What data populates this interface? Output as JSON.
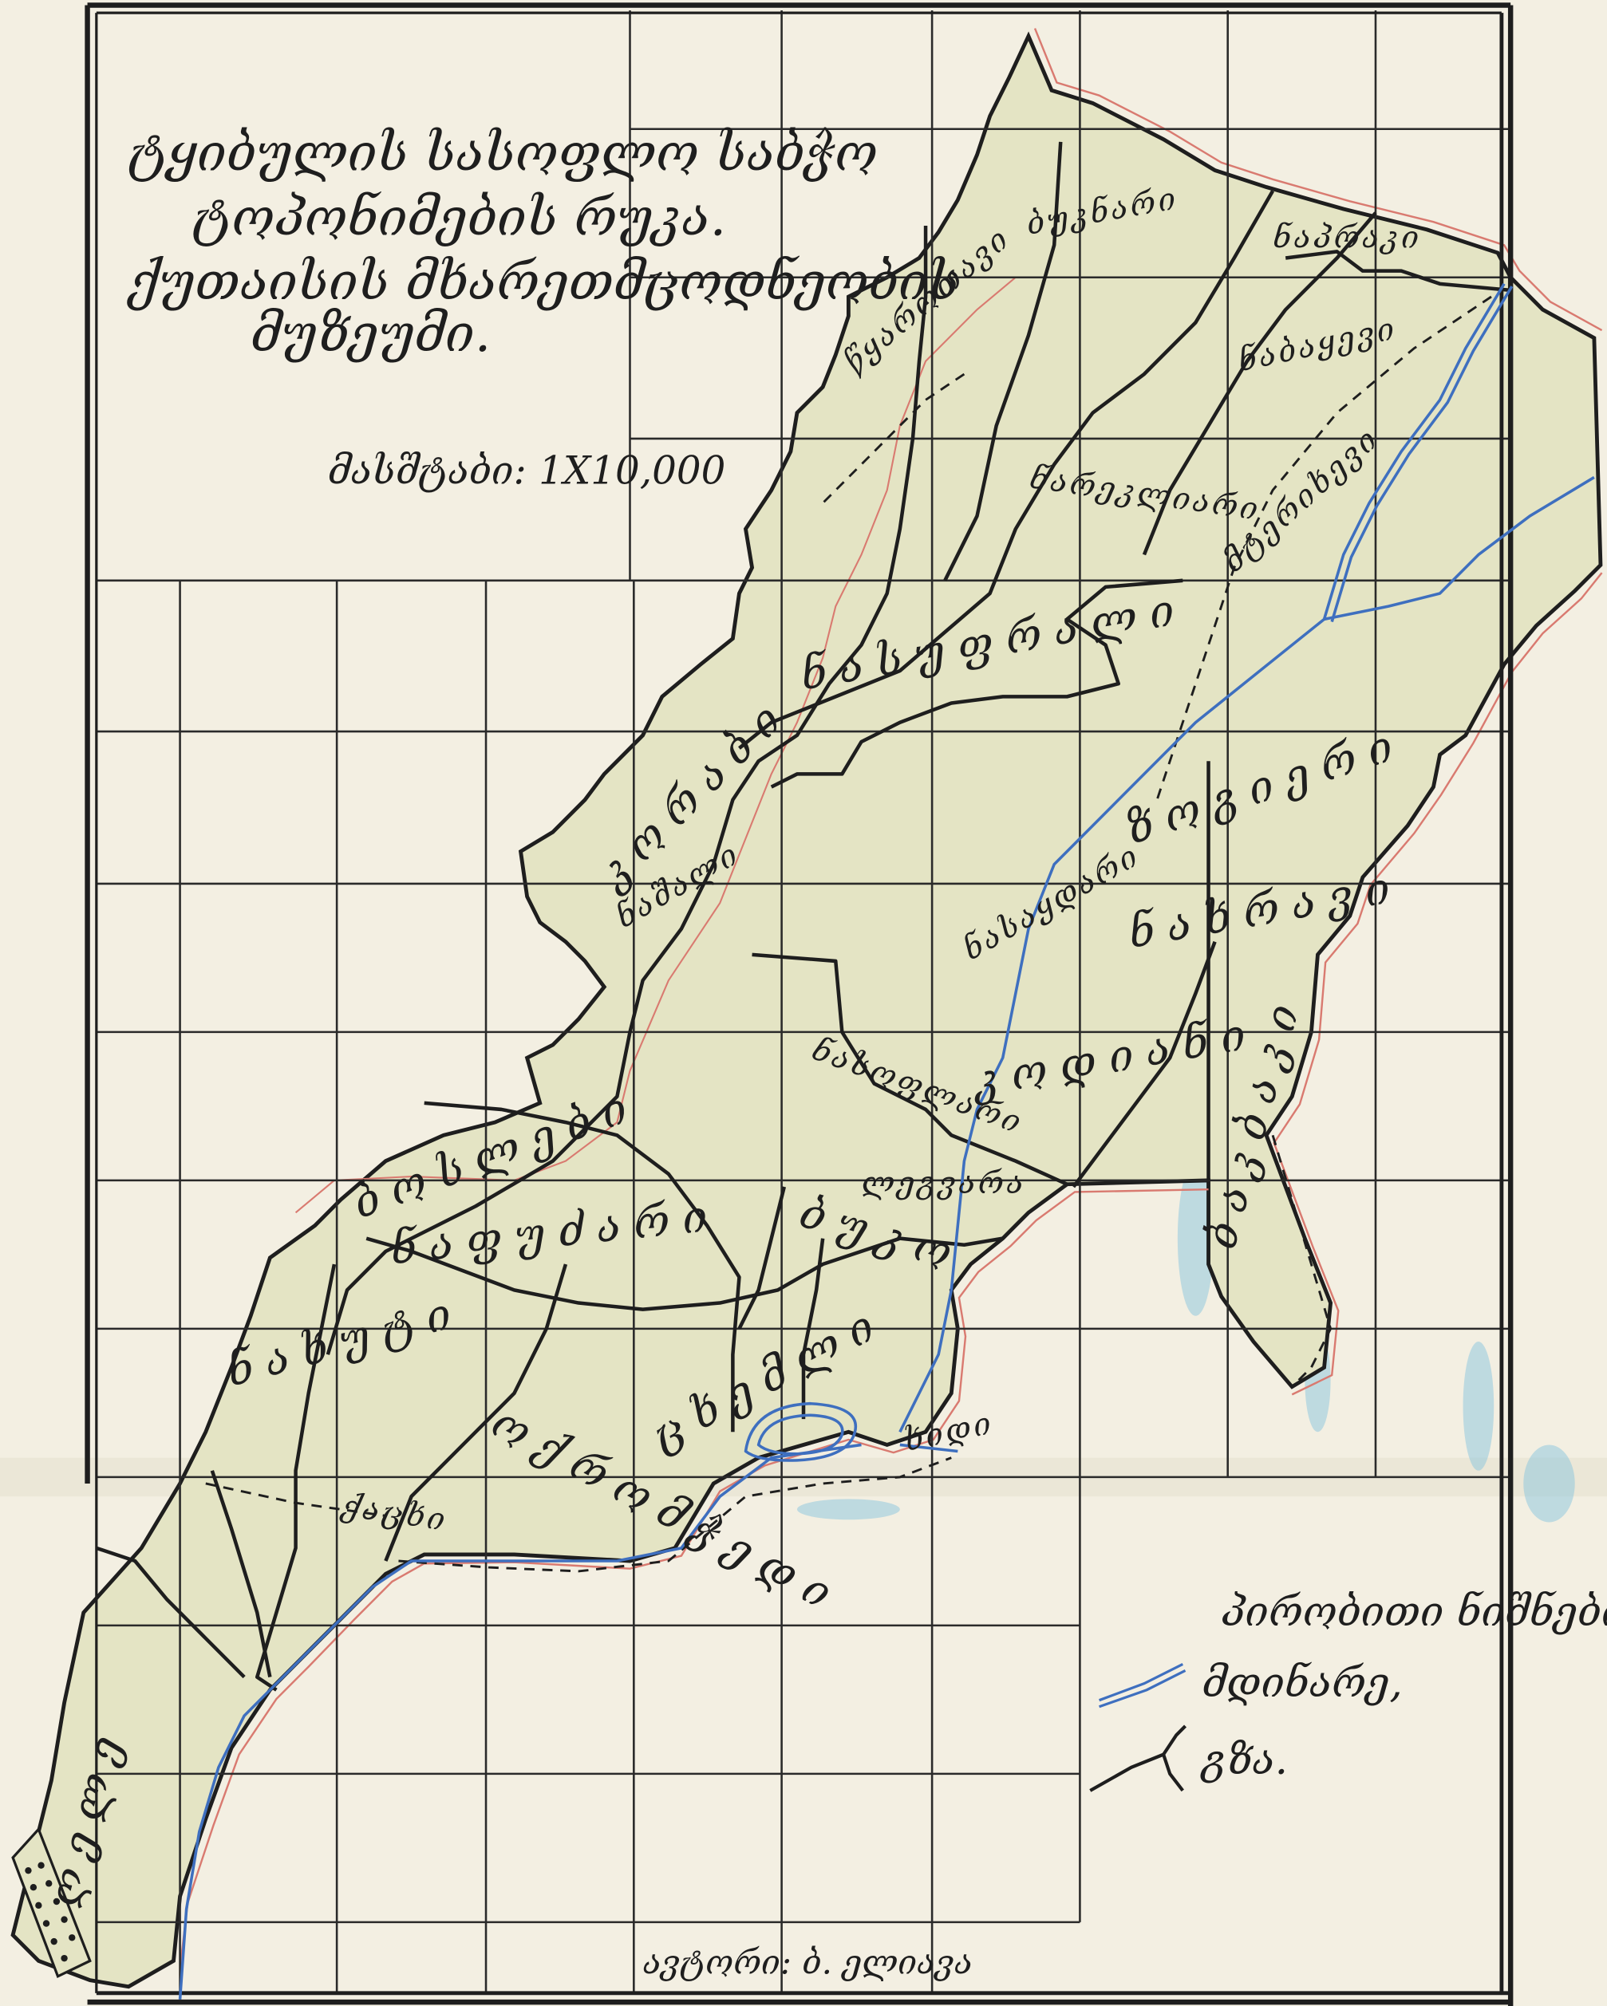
{
  "title_lines": [
    "ტყიბულის სასოფლო საბჭო",
    "ტოპონიმების რუკა.",
    "ქუთაისის მხარეთმცოდნეობის",
    "მუზეუმი."
  ],
  "scale": "მასშტაბი: 1X10,000",
  "author": "ავტორი: ბ. ელიავა",
  "legend": {
    "title": "პირობითი ნიშნები:",
    "items": [
      {
        "label": "მდინარე,",
        "icon": "river-line-icon"
      },
      {
        "label": "გზა.",
        "icon": "road-fork-icon"
      }
    ]
  },
  "place_names": [
    {
      "text": "ბუკნარი"
    },
    {
      "text": "ნაპრაკი"
    },
    {
      "text": "ნაბაყევი"
    },
    {
      "text": "ნარეკლიარი"
    },
    {
      "text": "მტერიხევი"
    },
    {
      "text": "ნასაყდარი"
    },
    {
      "text": "ნასუფრალი"
    },
    {
      "text": "წყაროთავი"
    },
    {
      "text": "ზოგიერი"
    },
    {
      "text": "ნახრავი"
    },
    {
      "text": "ნაშალი"
    },
    {
      "text": "კორაბი"
    },
    {
      "text": "ნასოფლარი"
    },
    {
      "text": "ლეგვარა"
    },
    {
      "text": "ბოსლები"
    },
    {
      "text": "ნაფუძარი"
    },
    {
      "text": "ნახუტი"
    },
    {
      "text": "ოქრომჭედი"
    },
    {
      "text": "ცხემლი"
    },
    {
      "text": "ბუკო"
    },
    {
      "text": "ბაკბაკი"
    },
    {
      "text": "კოდიანი"
    },
    {
      "text": "ღელე"
    },
    {
      "text": "ქაცხი"
    },
    {
      "text": "ხიდი"
    }
  ],
  "colors": {
    "paper": "#f3efe2",
    "land": "#e4e4c4",
    "border": "#1e1e1e",
    "border_red": "#d97a70",
    "river": "#3e6fbf",
    "grid": "#2a2a2a",
    "stain": "#7fc0de"
  }
}
